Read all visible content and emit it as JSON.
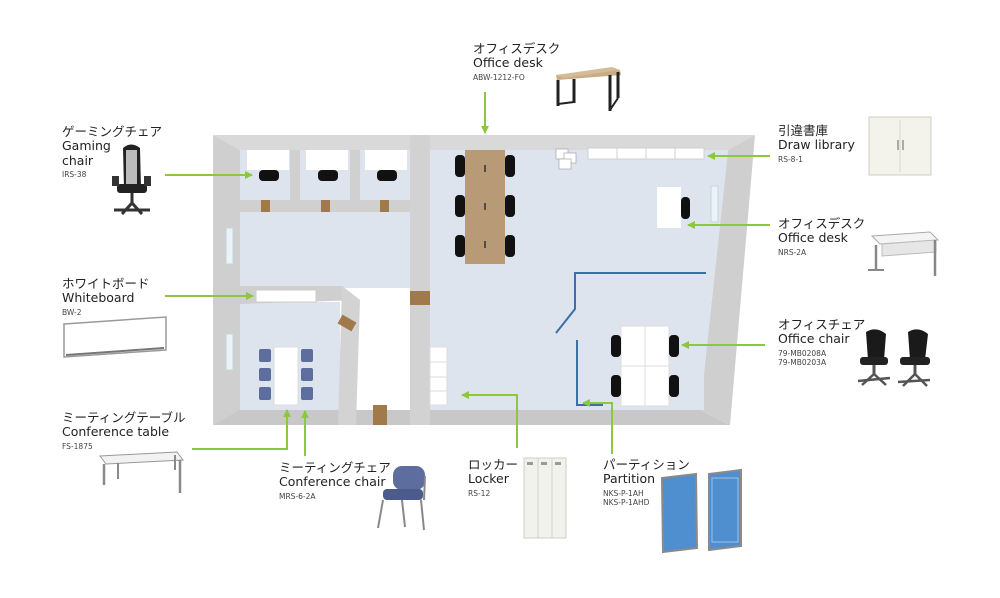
{
  "colors": {
    "wall": "#d9d9d9",
    "wall_dark": "#c4c4c4",
    "floor": "#dde4ee",
    "arrow": "#8dc63f",
    "wood": "#a07a4b",
    "desk_top": "#b89a76",
    "chair_blue": "#5d6e9e",
    "partition": "#3a6fa8",
    "partition_face": "#4f8fd0"
  },
  "labels": {
    "office_desk_top": {
      "jp": "オフィスデスク",
      "en": "Office desk",
      "code": "ABW-1212-FO"
    },
    "gaming_chair": {
      "jp": "ゲーミングチェア",
      "en1": "Gaming",
      "en2": "chair",
      "code": "IRS-38"
    },
    "whiteboard": {
      "jp": "ホワイトボード",
      "en": "Whiteboard",
      "code": "BW-2"
    },
    "conference_table": {
      "jp": "ミーティングテーブル",
      "en": "Conference table",
      "code": "FS-1875"
    },
    "conference_chair": {
      "jp": "ミーティングチェア",
      "en": "Conference chair",
      "code": "MRS-6-2A"
    },
    "locker": {
      "jp": "ロッカー",
      "en": "Locker",
      "code": "RS-12"
    },
    "partition": {
      "jp": "パーティション",
      "en": "Partition",
      "code1": "NKS-P-1AH",
      "code2": "NKS-P-1AHD"
    },
    "draw_library": {
      "jp": "引違書庫",
      "en": "Draw library",
      "code": "RS-8-1"
    },
    "office_desk_right": {
      "jp": "オフィスデスク",
      "en": "Office desk",
      "code": "NRS-2A"
    },
    "office_chair": {
      "jp": "オフィスチェア",
      "en": "Office chair",
      "code1": "79-MB0208A",
      "code2": "79-MB0203A"
    }
  }
}
